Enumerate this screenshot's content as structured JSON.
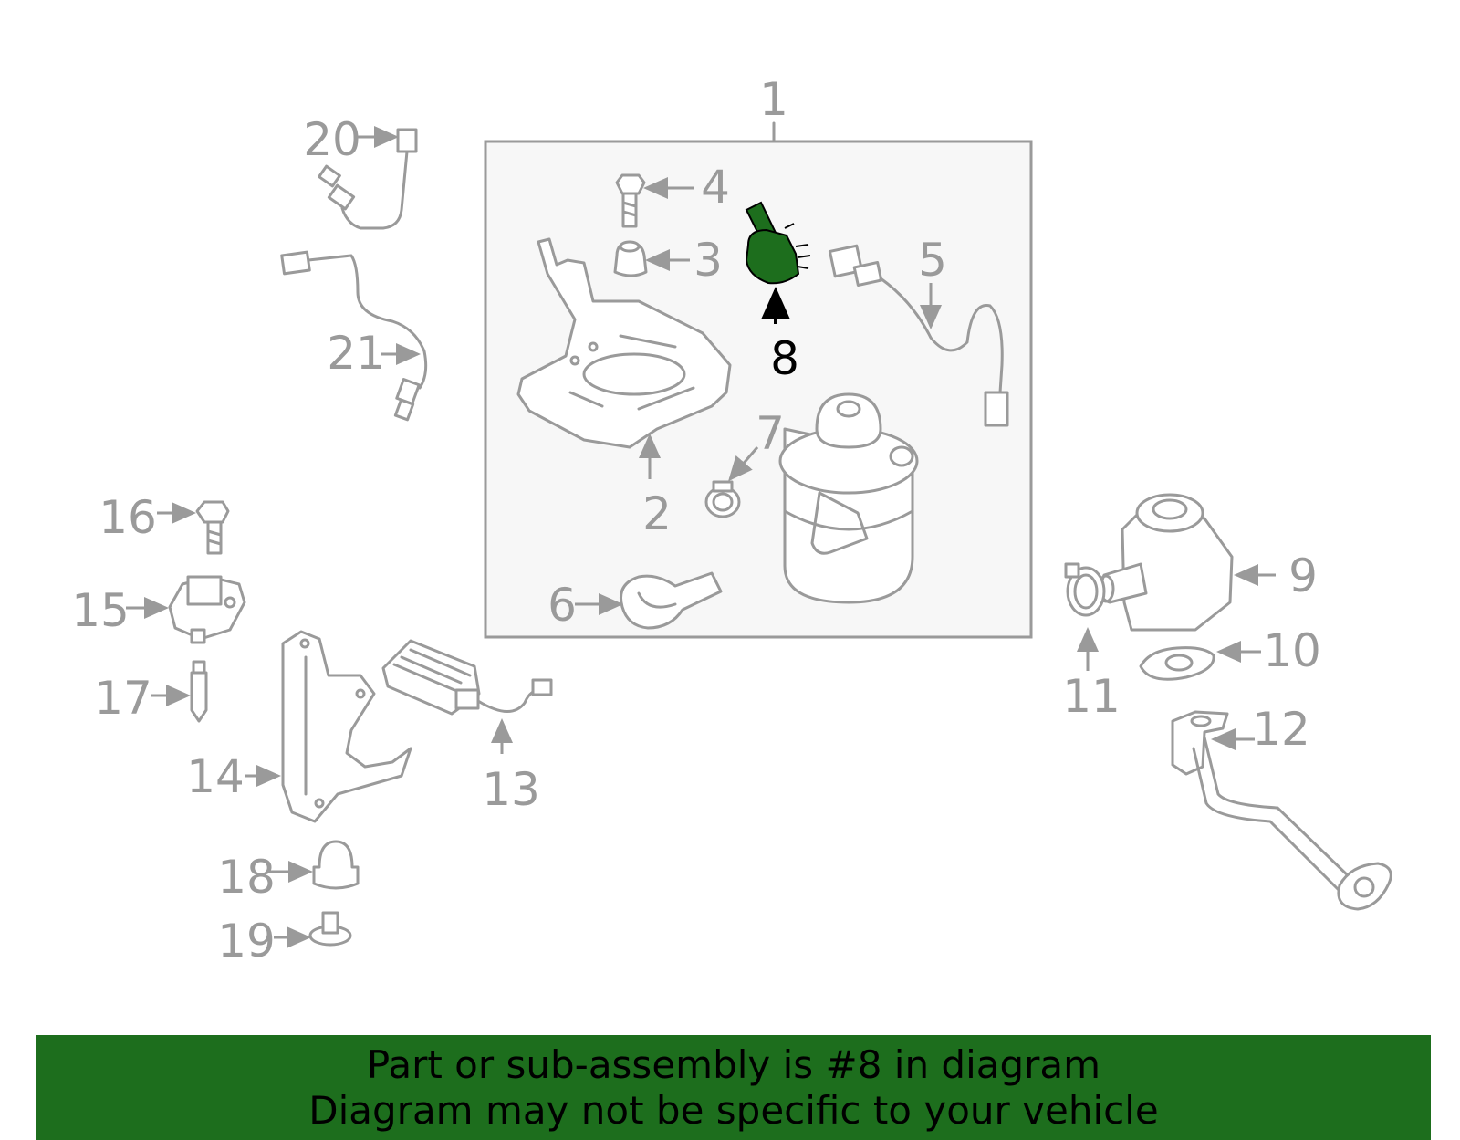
{
  "labels": {
    "p1": "1",
    "p2": "2",
    "p3": "3",
    "p4": "4",
    "p5": "5",
    "p6": "6",
    "p7": "7",
    "p8": "8",
    "p9": "9",
    "p10": "10",
    "p11": "11",
    "p12": "12",
    "p13": "13",
    "p14": "14",
    "p15": "15",
    "p16": "16",
    "p17": "17",
    "p18": "18",
    "p19": "19",
    "p20": "20",
    "p21": "21"
  },
  "highlight": {
    "part": "8",
    "color": "#1d6e1d"
  },
  "colors": {
    "line": "#9a9a9a",
    "box_fill": "#f7f7f7",
    "banner": "#1d6e1d"
  },
  "banner": {
    "line1": "Part or sub-assembly is #8 in diagram",
    "line2": "Diagram may not be specific to your vehicle"
  }
}
